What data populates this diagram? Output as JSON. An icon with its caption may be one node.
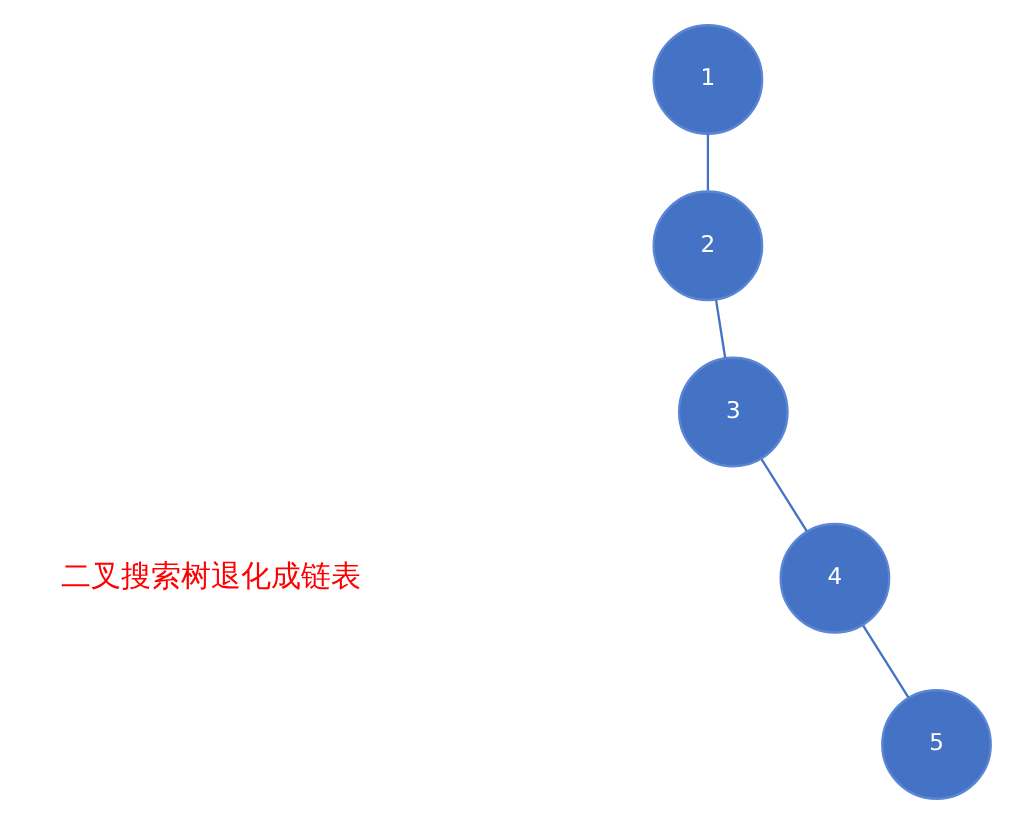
{
  "diagram": {
    "nodes": [
      {
        "text": [
          "1"
        ]
      },
      {
        "text": [
          "2"
        ]
      },
      {
        "text": [
          "3"
        ]
      },
      {
        "text": [
          "4"
        ]
      },
      {
        "text": [
          "5"
        ]
      }
    ],
    "edges": [
      {
        "from": 0,
        "to": 1,
        "arrow": "none"
      },
      {
        "from": 1,
        "to": 2,
        "arrow": "none"
      },
      {
        "from": 2,
        "to": 3,
        "arrow": "none"
      },
      {
        "from": 3,
        "to": 4,
        "arrow": "none"
      }
    ],
    "labels": [
      "二叉搜索树退化成链表"
    ]
  }
}
